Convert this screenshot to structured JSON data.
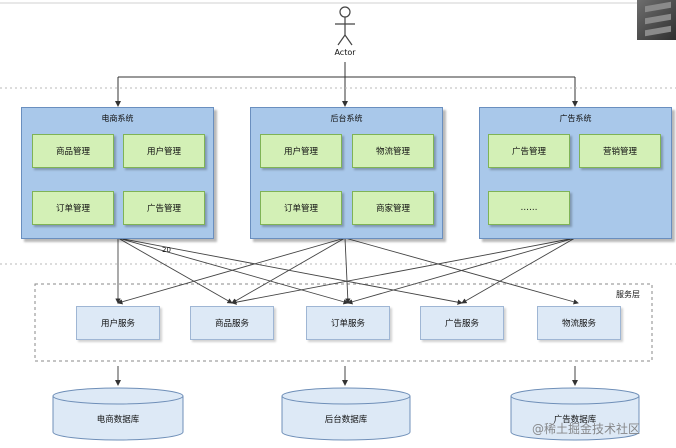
{
  "actor": {
    "label": "Actor"
  },
  "systems": [
    {
      "title": "电商系统",
      "modules": [
        "商品管理",
        "用户管理",
        "订单管理",
        "广告管理"
      ]
    },
    {
      "title": "后台系统",
      "modules": [
        "用户管理",
        "物流管理",
        "订单管理",
        "商家管理"
      ]
    },
    {
      "title": "广告系统",
      "modules": [
        "广告管理",
        "营销管理",
        "……"
      ]
    }
  ],
  "service_layer": {
    "label": "服务层",
    "services": [
      "用户服务",
      "商品服务",
      "订单服务",
      "广告服务",
      "物流服务"
    ]
  },
  "databases": [
    "电商数据库",
    "后台数据库",
    "广告数据库"
  ],
  "edge_annotation": "20",
  "watermark": "@稀土掘金技术社区",
  "colors": {
    "system_fill": "#a9c8ea",
    "module_fill": "#d3f0b6",
    "service_fill": "#dde9f6",
    "database_fill": "#dde9f6",
    "line": "#333333"
  }
}
